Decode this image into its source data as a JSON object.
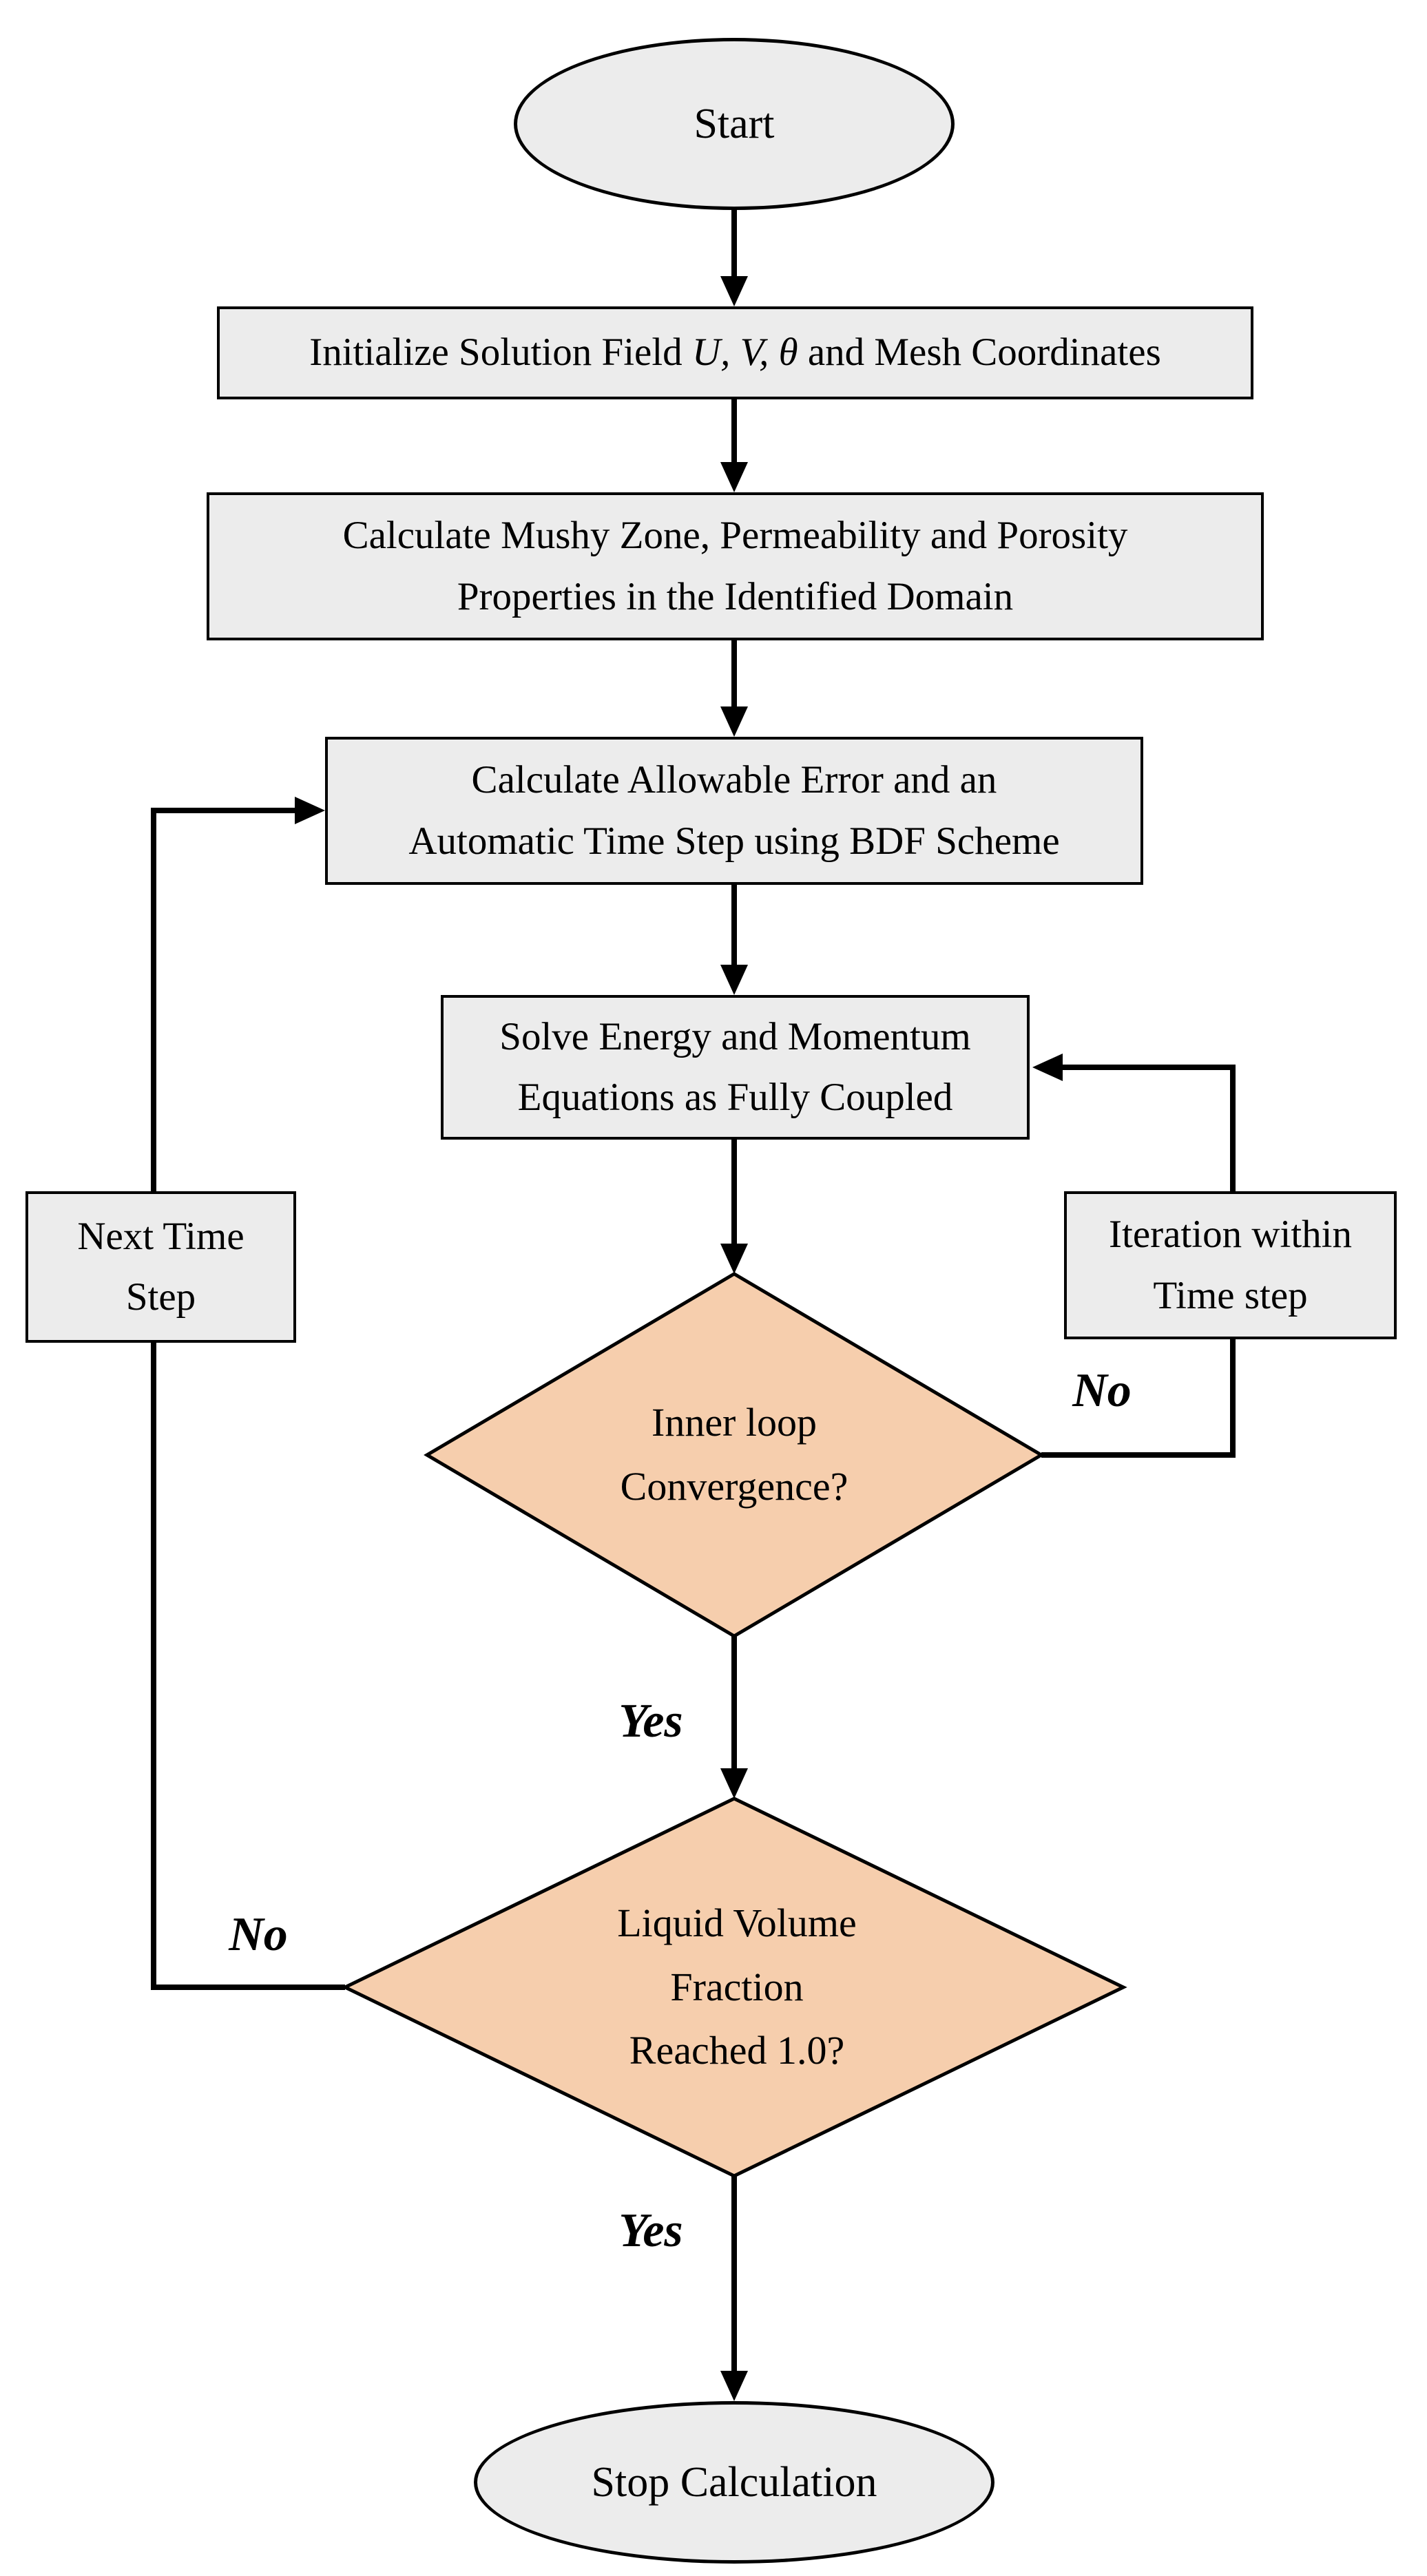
{
  "colors": {
    "background": "#ffffff",
    "node_fill": "#ececec",
    "decision_fill": "#f6cead",
    "stroke": "#000000"
  },
  "nodes": {
    "start": {
      "label": "Start"
    },
    "initialize": {
      "part1": "Initialize Solution Field ",
      "vars": "U, V, θ",
      "part2": " and Mesh Coordinates"
    },
    "mushy": {
      "lines": [
        "Calculate Mushy Zone, Permeability and Porosity",
        "Properties in the Identified Domain"
      ]
    },
    "allowable": {
      "lines": [
        "Calculate Allowable Error and an",
        "Automatic Time Step using BDF Scheme"
      ]
    },
    "solve": {
      "lines": [
        "Solve Energy and Momentum",
        "Equations as Fully Coupled"
      ]
    },
    "inner_decision": {
      "lines": [
        "Inner loop",
        "Convergence?"
      ]
    },
    "iteration": {
      "lines": [
        "Iteration within",
        "Time step"
      ]
    },
    "next_time": {
      "lines": [
        "Next Time",
        "Step"
      ]
    },
    "volume_decision": {
      "lines": [
        "Liquid Volume",
        "Fraction",
        "Reached 1.0?"
      ]
    },
    "stop": {
      "label": "Stop Calculation"
    }
  },
  "edge_labels": {
    "inner_no": "No",
    "inner_yes": "Yes",
    "volume_no": "No",
    "volume_yes": "Yes"
  }
}
